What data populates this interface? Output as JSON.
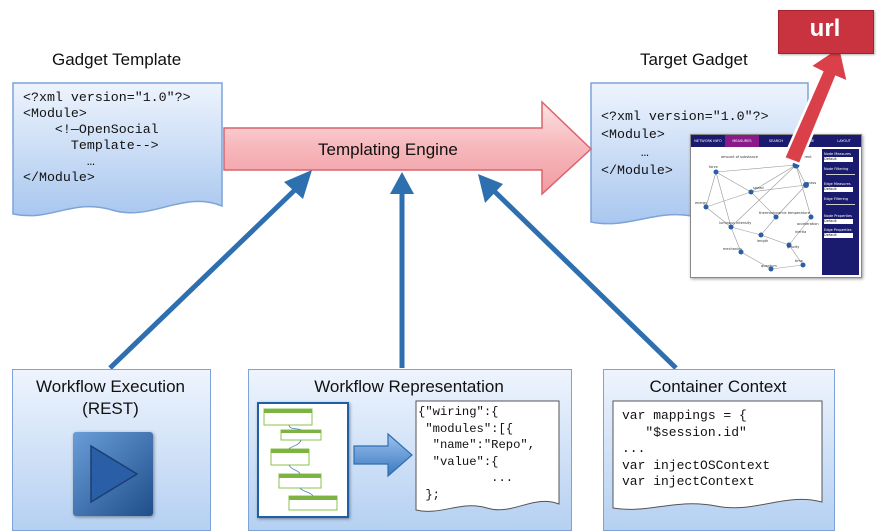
{
  "gadget_template": {
    "title": "Gadget Template",
    "code": [
      "<?xml version=\"1.0\"?>",
      "<Module>",
      "    <!—OpenSocial",
      "      Template-->",
      "        …",
      "</Module>"
    ]
  },
  "target_gadget": {
    "title": "Target Gadget",
    "code": [
      "<?xml version=\"1.0\"?>",
      "<Module>",
      "     …",
      "</Module>"
    ]
  },
  "url_badge": "url",
  "templating_engine": "Templating Engine",
  "workflow_execution": {
    "title_line1": "Workflow Execution",
    "title_line2": "(REST)"
  },
  "workflow_representation": {
    "title": "Workflow Representation",
    "code": [
      "{\"wiring\":{",
      " \"modules\":[{",
      "  \"name\":\"Repo\",",
      "  \"value\":{",
      "          ...",
      " };"
    ]
  },
  "container_context": {
    "title": "Container Context",
    "code": [
      "var mappings = {",
      "   \"$session.id\"",
      "...",
      "var injectOSContext",
      "var injectContext"
    ]
  },
  "network_app": {
    "tabs": [
      "NETWORK INFO",
      "MEASURES",
      "SEARCH",
      "TIME",
      "LAYOUT"
    ],
    "active_tab": "MEASURES",
    "side_panel": [
      {
        "heading": "Node Measures",
        "select": "Default"
      },
      {
        "heading": "Node Filtering",
        "slider": true
      },
      {
        "heading": "Edge Measures",
        "select": "Default"
      },
      {
        "heading": "Edge Filtering",
        "slider": true
      },
      {
        "heading": "Node Properties",
        "select": "Default"
      },
      {
        "heading": "Edge Properties",
        "select": "Default"
      }
    ],
    "node_labels": [
      "amount of substance",
      "electric current",
      "force",
      "speed",
      "mass",
      "energy",
      "thermodynamic temperature",
      "luminous intensity",
      "acceleration",
      "inertia",
      "length",
      "mechanics",
      "gravity",
      "quantum",
      "time"
    ]
  },
  "colors": {
    "doc_blue": "#b9d3f3",
    "arrow_blue": "#2e6fb0",
    "engine_pink": "#f6b7bb",
    "url_red": "#c8333f",
    "panel_navy": "#1a1a6e"
  }
}
